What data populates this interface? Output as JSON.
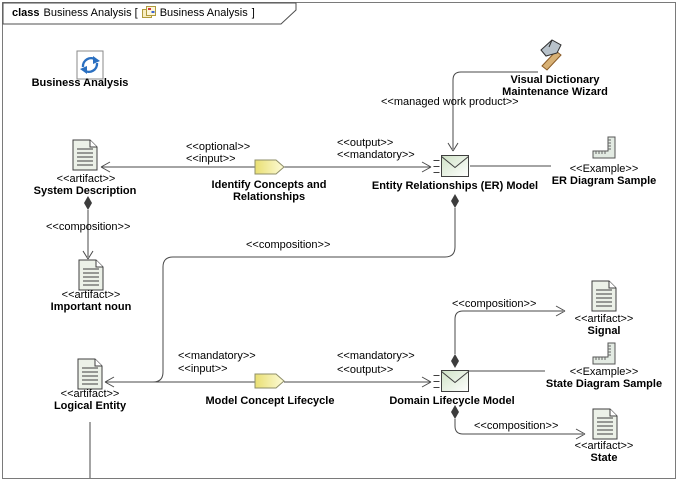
{
  "tab": {
    "keyword": "class",
    "title": "Business Analysis [",
    "diagram_name": "Business Analysis",
    "close": "]"
  },
  "nodes": {
    "business_analysis": {
      "name": "Business Analysis"
    },
    "system_description": {
      "stereotype": "<<artifact>>",
      "name": "System Description"
    },
    "important_noun": {
      "stereotype": "<<artifact>>",
      "name": "Important noun"
    },
    "logical_entity": {
      "stereotype": "<<artifact>>",
      "name": "Logical Entity"
    },
    "identify_concepts": {
      "name": "Identify Concepts and Relationships"
    },
    "er_model": {
      "name": "Entity Relationships (ER) Model"
    },
    "er_diagram_sample": {
      "stereotype": "<<Example>>",
      "name": "ER Diagram Sample"
    },
    "visual_dictionary": {
      "name": "Visual Dictionary Maintenance Wizard"
    },
    "model_concept_lifecycle": {
      "name": "Model Concept Lifecycle"
    },
    "domain_lifecycle_model": {
      "name": "Domain Lifecycle Model"
    },
    "signal": {
      "stereotype": "<<artifact>>",
      "name": "Signal"
    },
    "state_diagram_sample": {
      "stereotype": "<<Example>>",
      "name": "State Diagram Sample"
    },
    "state": {
      "stereotype": "<<artifact>>",
      "name": "State"
    }
  },
  "edge_labels": {
    "sd_input": [
      "<<optional>>",
      "<<input>>"
    ],
    "er_output": [
      "<<output>>",
      "<<mandatory>>"
    ],
    "managed": "<<managed work product>>",
    "comp_sd": "<<composition>>",
    "comp_er": "<<composition>>",
    "le_input": [
      "<<mandatory>>",
      "<<input>>"
    ],
    "dlm_output": [
      "<<mandatory>>",
      "<<output>>"
    ],
    "comp_signal": "<<composition>>",
    "comp_state": "<<composition>>"
  },
  "icons": {
    "tab": "diagram-icon",
    "business_analysis": "cycle-document-icon",
    "system_description": "artifact-icon",
    "important_noun": "artifact-icon",
    "logical_entity": "artifact-icon",
    "signal": "artifact-icon",
    "state": "artifact-icon",
    "er_diagram_sample": "ruler-example-icon",
    "state_diagram_sample": "ruler-example-icon",
    "er_model": "work-product-envelope-icon",
    "domain_lifecycle_model": "work-product-envelope-icon",
    "visual_dictionary": "hammer-tool-icon",
    "identify_concepts": "task-arrow-icon",
    "model_concept_lifecycle": "task-arrow-icon"
  },
  "colors": {
    "line": "#4a4a4a",
    "task_yellow_dark": "#e9df72",
    "task_yellow_light": "#fdfbd8",
    "work_product_green": "#d5e5cc",
    "artifact_fill": "#ecf1e8",
    "frame_border": "#7a7a7a",
    "cycle_blue": "#2a6fc0"
  }
}
